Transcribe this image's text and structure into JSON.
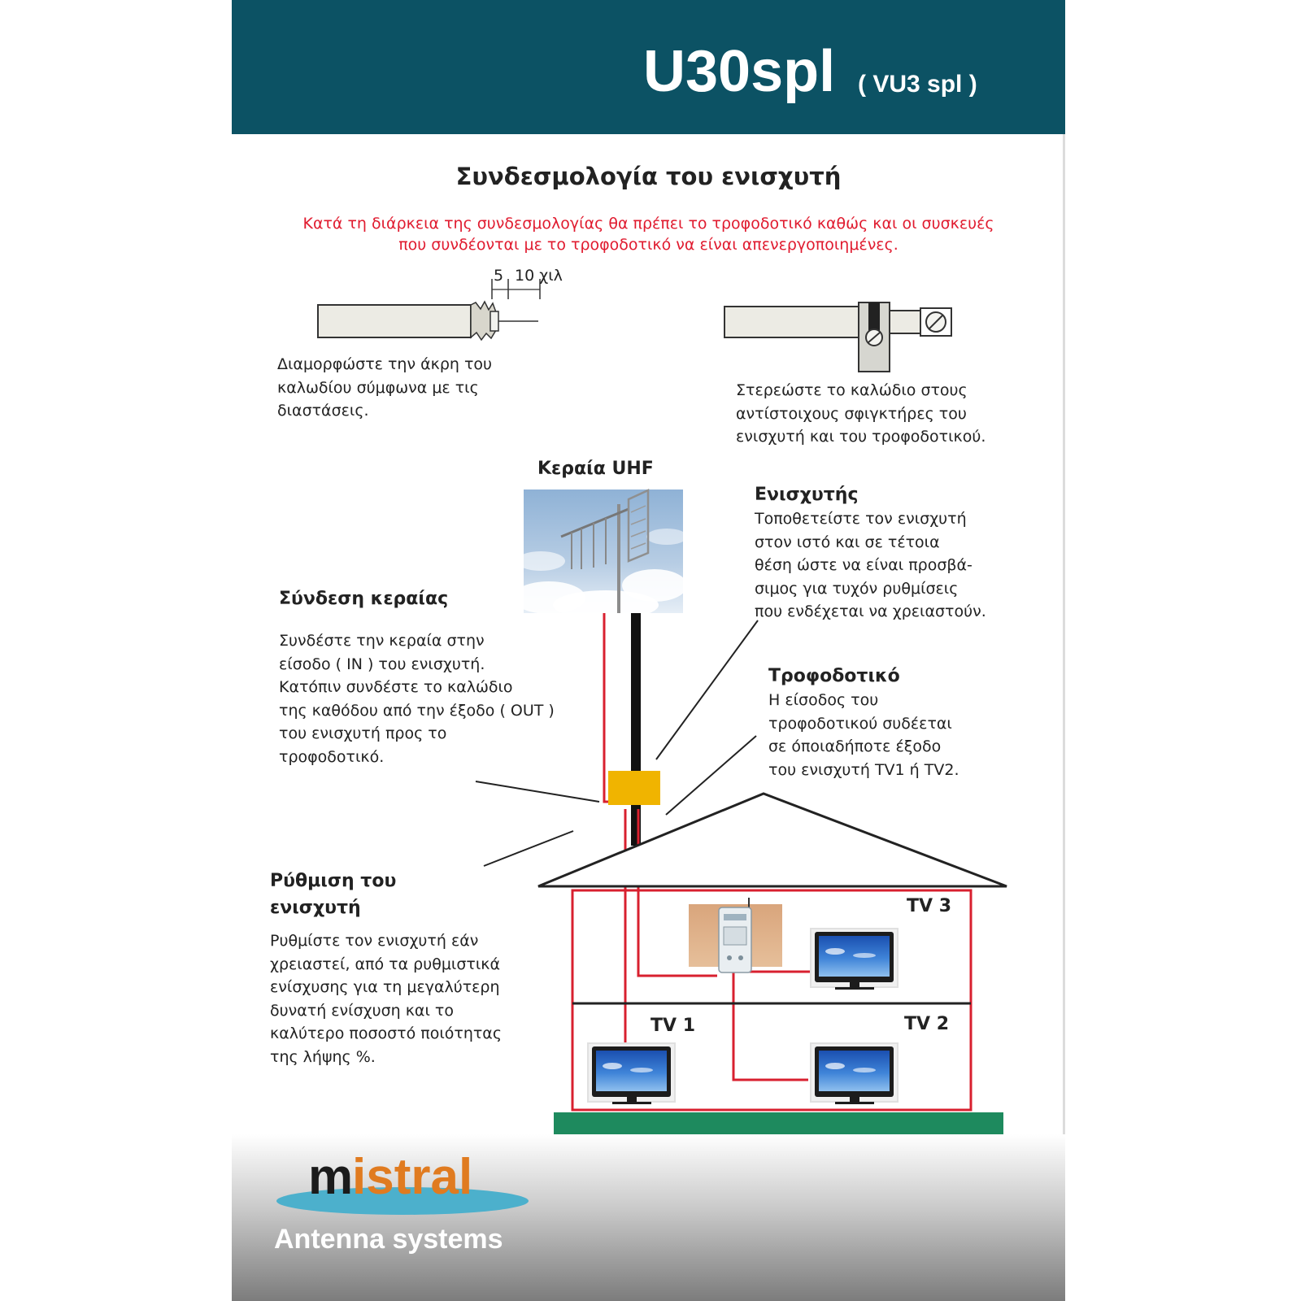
{
  "header": {
    "title": "U30spl",
    "subtitle": "( VU3 spl )"
  },
  "main_title": "Συνδεσμολογία του ενισχυτή",
  "warning": [
    "Κατά τη διάρκεια της συνδεσμολογίας θα πρέπει το τροφοδοτικό καθώς και οι συσκευές",
    "που συνδέονται με το τροφοδοτικό να είναι απενεργοποιημένες."
  ],
  "cable_prep": {
    "dimensions": [
      "5",
      "10 χιλ"
    ],
    "caption": [
      "Διαμορφώστε την άκρη του",
      "καλωδίου σύμφωνα με τις",
      "διαστάσεις."
    ]
  },
  "cable_fix": {
    "caption": [
      "Στερεώστε το καλώδιο στους",
      "αντίστοιχους σφιγκτήρες του",
      "ενισχυτή και του τροφοδοτικού."
    ]
  },
  "antenna": {
    "label": "Κεραία UHF"
  },
  "amplifier": {
    "heading": "Ενισχυτής",
    "text": [
      "Τοποθετείστε τον ενισχυτή",
      "στον ιστό και σε τέτοια",
      "θέση ώστε να είναι προσβά-",
      "σιμος για τυχόν ρυθμίσεις",
      "που ενδέχεται να χρειαστούν."
    ]
  },
  "antenna_connection": {
    "heading": "Σύνδεση κεραίας",
    "text": [
      "Συνδέστε την κεραία στην",
      "είσοδο ( IN ) του ενισχυτή.",
      "Κατόπιν συνδέστε το καλώδιο",
      "της καθόδου από την έξοδο ( OUT )",
      "του ενισχυτή προς το",
      "τροφοδοτικό."
    ]
  },
  "power_supply": {
    "heading": "Τροφοδοτικό",
    "text": [
      "Η είσοδος του",
      "τροφοδοτικού συδέεται",
      "σε όποιαδήποτε έξοδο",
      "του ενισχυτή TV1 ή TV2."
    ]
  },
  "adjustment": {
    "heading": [
      "Ρύθμιση του",
      "ενισχυτή"
    ],
    "text": [
      "Ρυθμίστε τον ενισχυτή εάν",
      "χρειαστεί, από τα ρυθμιστικά",
      "ενίσχυσης για τη μεγαλύτερη",
      "δυνατή ενίσχυση και το",
      "καλύτερο ποσοστό ποιότητας",
      "της λήψης %."
    ]
  },
  "tv_labels": {
    "tv1": "TV 1",
    "tv2": "TV 2",
    "tv3": "TV 3"
  },
  "footer": {
    "logo_m": "m",
    "logo_rest": "istral",
    "tagline": "Antenna systems"
  },
  "colors": {
    "banner": "#0c5264",
    "warning": "#e01b2f",
    "cable": "#d8202f",
    "amplifier": "#f0b400",
    "ground": "#1e8a5e",
    "logo_accent": "#e07b20",
    "logo_ellipse": "#4cb0cc"
  }
}
